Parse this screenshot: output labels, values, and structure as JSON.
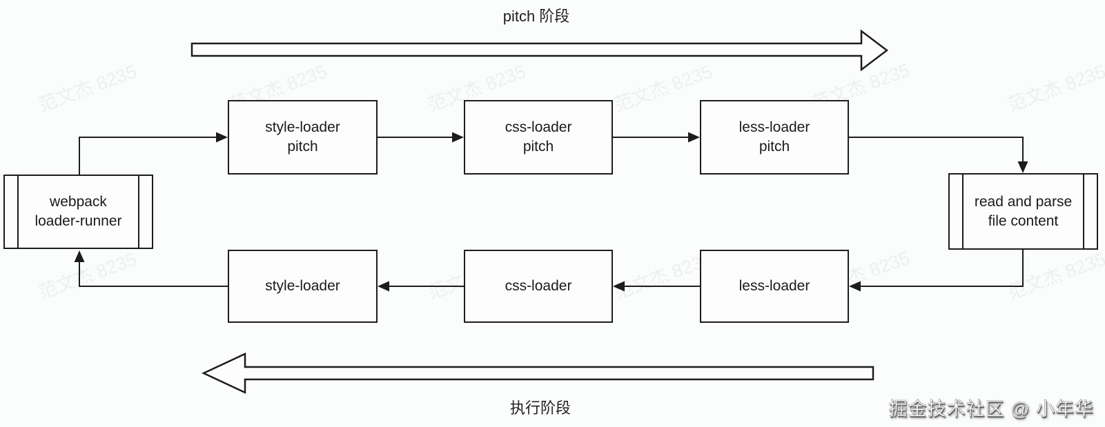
{
  "diagram": {
    "pitch_phase_label": "pitch 阶段",
    "execution_phase_label": "执行阶段",
    "watermark_text": "范文杰 8235",
    "signature_text": "掘金技术社区 @ 小年华",
    "colors": {
      "line": "#1c1c1c",
      "background": "#fbfcfc",
      "box_fill": "#fdfdfe",
      "watermark": "#edeff1"
    },
    "nodes": {
      "webpack_loader_runner": {
        "line1": "webpack",
        "line2": "loader-runner"
      },
      "style_loader_pitch": {
        "line1": "style-loader",
        "line2": "pitch"
      },
      "css_loader_pitch": {
        "line1": "css-loader",
        "line2": "pitch"
      },
      "less_loader_pitch": {
        "line1": "less-loader",
        "line2": "pitch"
      },
      "read_and_parse": {
        "line1": "read and parse",
        "line2": "file content"
      },
      "style_loader": {
        "line1": "style-loader"
      },
      "css_loader": {
        "line1": "css-loader"
      },
      "less_loader": {
        "line1": "less-loader"
      }
    }
  }
}
